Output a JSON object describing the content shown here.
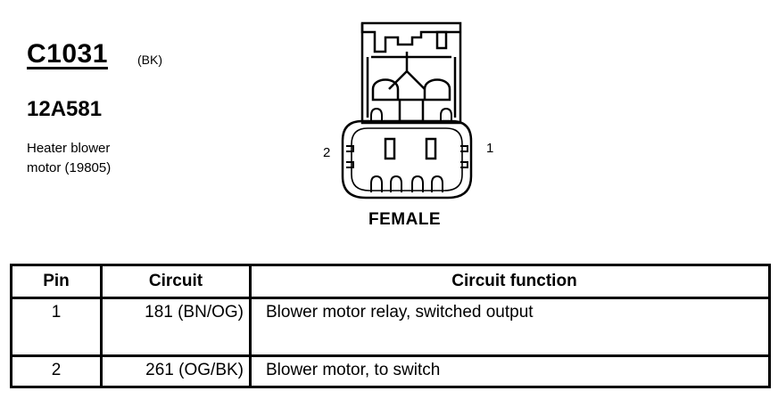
{
  "connector": {
    "id": "C1031",
    "color": "(BK)",
    "part_number": "12A581",
    "description_line1": "Heater blower",
    "description_line2": "motor (19805)",
    "pin_label_left": "2",
    "pin_label_right": "1",
    "gender": "FEMALE"
  },
  "table": {
    "headers": {
      "pin": "Pin",
      "circuit": "Circuit",
      "function": "Circuit function"
    },
    "rows": [
      {
        "pin": "1",
        "circuit": "181 (BN/OG)",
        "function": "Blower motor relay, switched output"
      },
      {
        "pin": "2",
        "circuit": "261 (OG/BK)",
        "function": "Blower motor, to switch"
      }
    ]
  }
}
